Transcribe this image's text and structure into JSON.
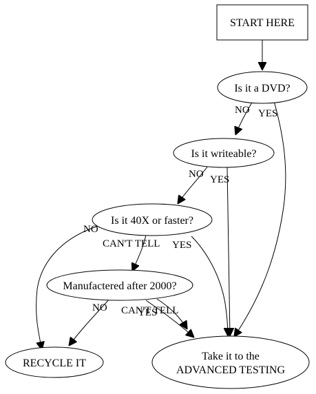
{
  "nodes": {
    "start": {
      "label": "START HERE"
    },
    "dvd": {
      "label": "Is it a DVD?"
    },
    "writeable": {
      "label": "Is it writeable?"
    },
    "speed": {
      "label": "Is it 40X or faster?"
    },
    "manufactured": {
      "label": "Manufactered after 2000?"
    },
    "recycle": {
      "label": "RECYCLE IT"
    },
    "advanced": {
      "label_line1": "Take it to the",
      "label_line2": "ADVANCED TESTING"
    }
  },
  "edges": {
    "dvd_no": "NO",
    "dvd_yes": "YES",
    "writeable_no": "NO",
    "writeable_yes": "YES",
    "speed_no": "NO",
    "speed_cant_tell": "CAN'T TELL",
    "speed_yes": "YES",
    "manufactured_no": "NO",
    "manufactured_cant_tell": "CAN'T TELL",
    "manufactured_yes": "YES"
  }
}
